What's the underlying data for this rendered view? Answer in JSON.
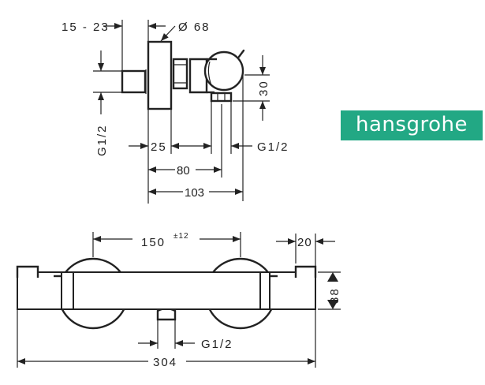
{
  "brand": {
    "name": "hansgrohe",
    "color": "#22a884"
  },
  "side_view": {
    "dims": {
      "wall_offset": "15 - 23",
      "diameter": "Ø 68",
      "inlet_left": "G1/2",
      "outlet_right": "G1/2",
      "height_30": "30",
      "d25": "25",
      "d80": "80",
      "d103": "103"
    }
  },
  "front_view": {
    "dims": {
      "centers": "150",
      "centers_tolerance": "±12",
      "end_cap": "20",
      "height": "38",
      "outlet": "G1/2",
      "overall_length": "304"
    }
  }
}
